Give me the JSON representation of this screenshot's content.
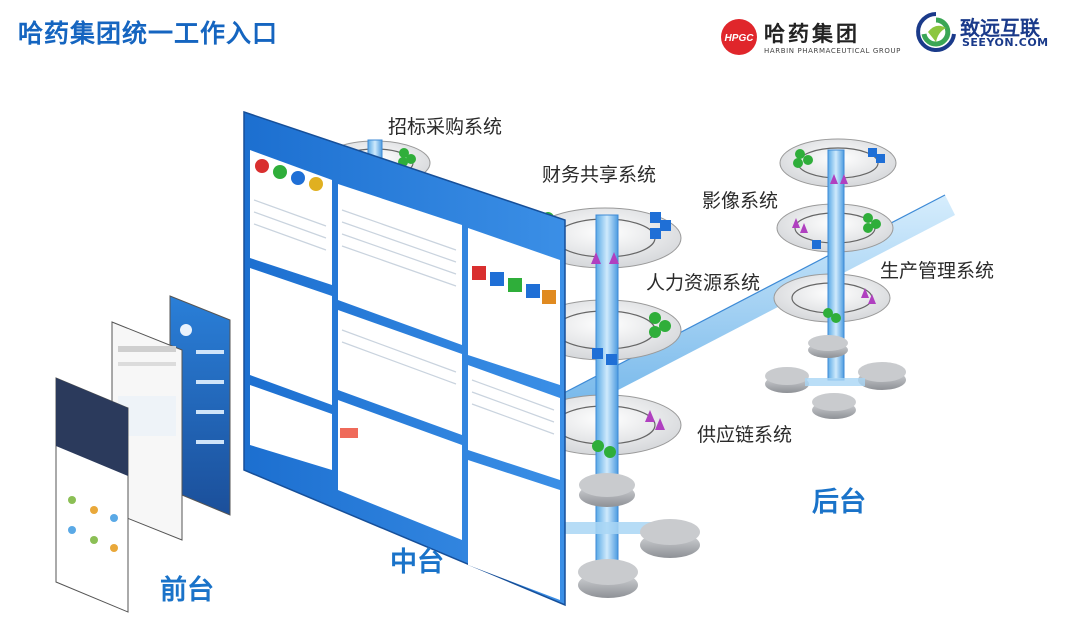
{
  "header": {
    "title": "哈药集团统一工作入口",
    "logo_hpgc": {
      "badge_text": "HPGC",
      "name": "哈药集团",
      "subtitle": "HARBIN PHARMACEUTICAL GROUP",
      "color": "#e0262b"
    },
    "logo_seeyon": {
      "name": "致远互联",
      "subtitle": "SEEYON.COM",
      "colors": [
        "#3aa655",
        "#1a3a8a"
      ]
    }
  },
  "tiers": {
    "front": "前台",
    "middle": "中台",
    "back": "后台"
  },
  "systems": {
    "bidding": "招标采购系统",
    "finance": "财务共享系统",
    "imaging": "影像系统",
    "hr": "人力资源系统",
    "production": "生产管理系统",
    "supply": "供应链系统"
  },
  "colors": {
    "title": "#1565c0",
    "tier_label": "#1a73c9",
    "pipe": "#7fc4f0",
    "node_green": "#2fae3a",
    "node_purple": "#b040c0",
    "node_blue": "#1f6fd6",
    "disk": "#a8abaf"
  }
}
